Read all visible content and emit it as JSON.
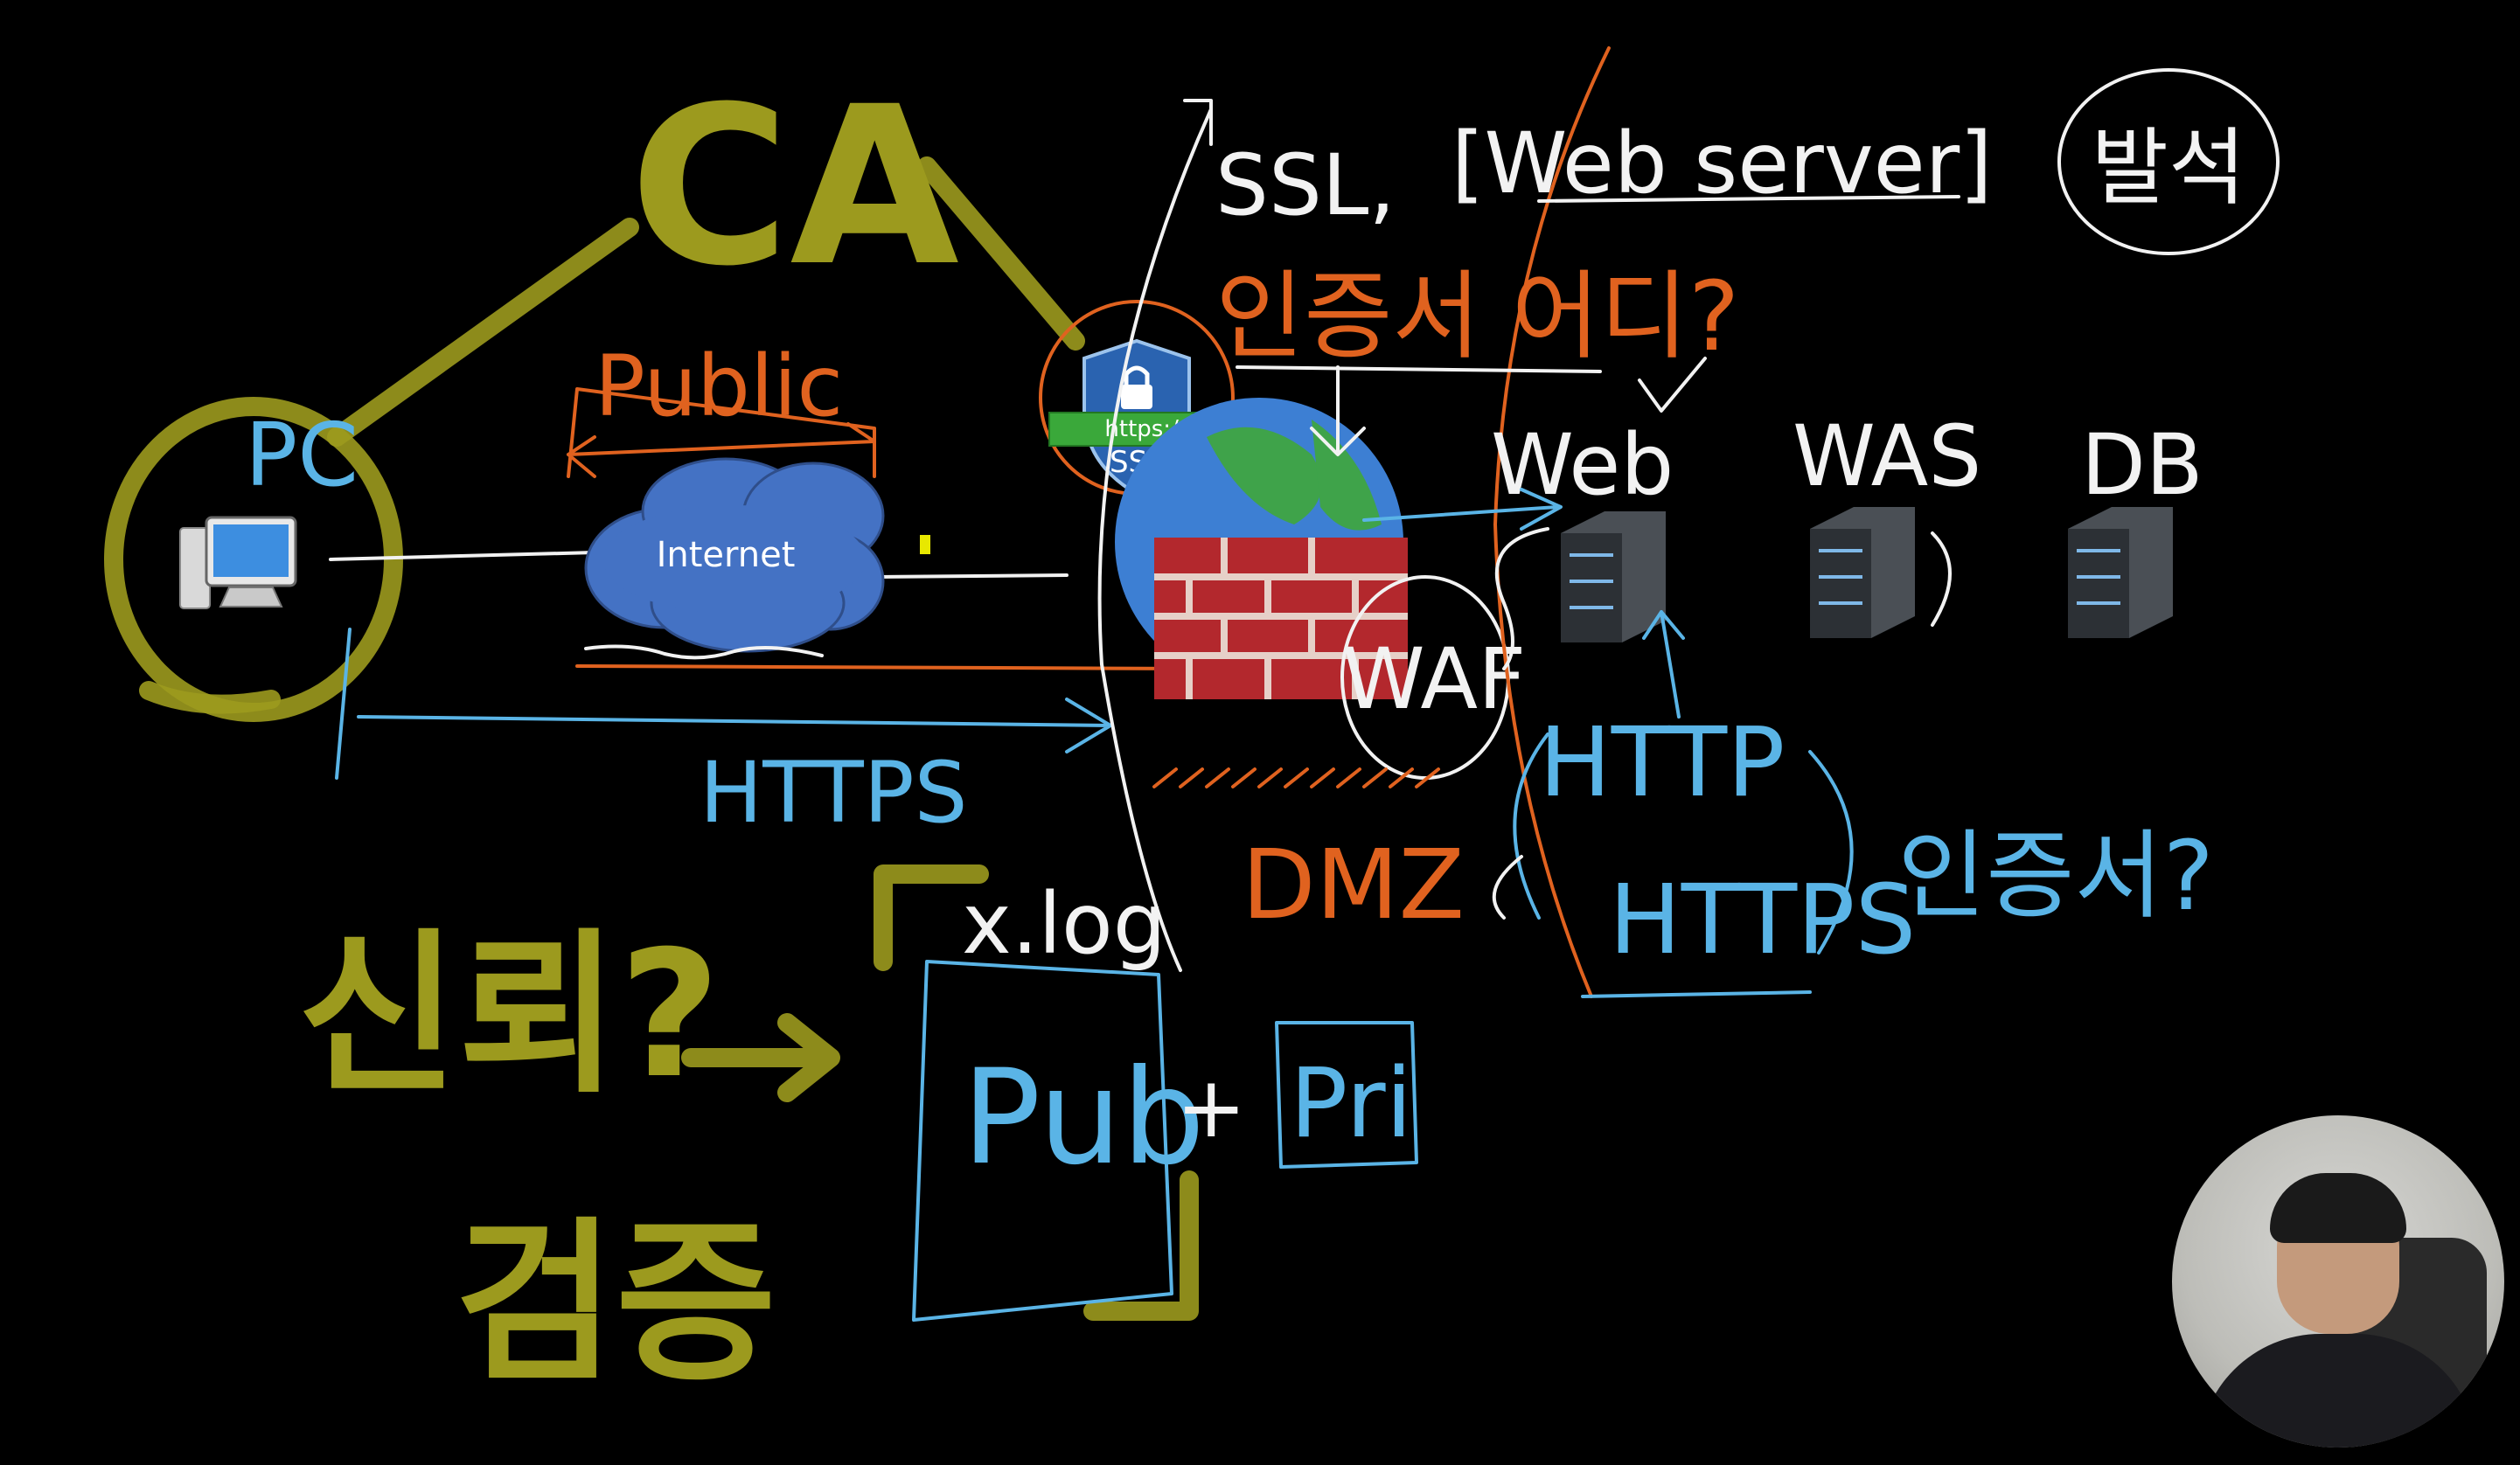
{
  "diagram": {
    "nodes": {
      "pc": "PC",
      "internet": "Internet",
      "ssl_badge_url": "https://",
      "ssl_badge_label": "SSL",
      "waf": "WAF",
      "web": "Web",
      "was": "WAS",
      "db": "DB",
      "ca": "CA"
    },
    "annotations": {
      "public": "Public",
      "https_line": "HTTPS",
      "ssl_heading": "SSL,",
      "web_server_bracket": "[Web server]",
      "korean_circled": "발석",
      "cert_where": "인증서 어디?",
      "dmz": "DMZ",
      "http": "HTTP",
      "https_inner": "HTTPS",
      "cert_question": "인증서?",
      "trust": "신뢰?",
      "verify": "검증",
      "xlog": "x.log",
      "pub": "Pub",
      "plus": "+",
      "pri": "Pri"
    },
    "colors": {
      "white_ink": "#f2f2f2",
      "blue_ink": "#5ab4e6",
      "orange_ink": "#e0621f",
      "yellow_highlighter": "#9c9a1e",
      "cloud": "#4472c4",
      "firewall_brick": "#b3282d",
      "ssl_shield": "#2a63b0",
      "ssl_ribbon": "#3aa83a"
    }
  }
}
